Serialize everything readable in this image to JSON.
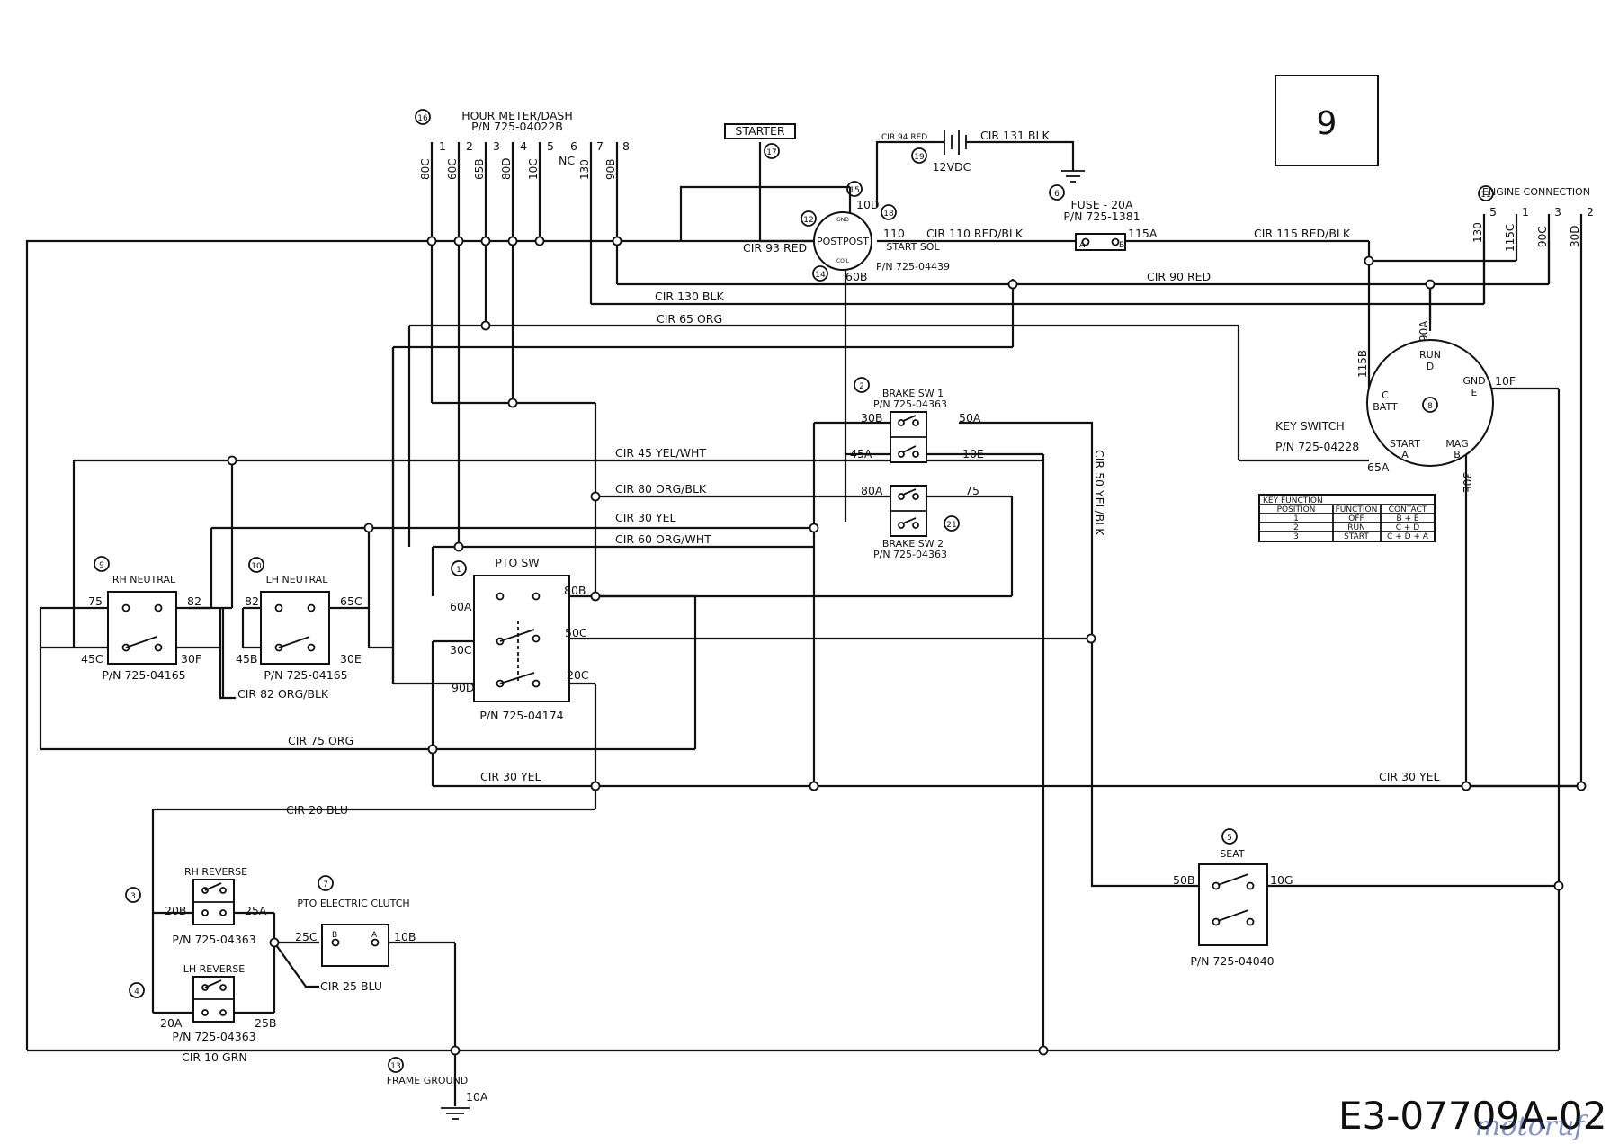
{
  "page_box": "9",
  "drawing_number": "E3-07709A-02",
  "watermark": "motoruf",
  "components": {
    "hour_meter": {
      "num": "16",
      "title": "HOUR METER/DASH",
      "pn": "P/N 725-04022B",
      "pins": [
        "1",
        "2",
        "3",
        "4",
        "5",
        "6",
        "7",
        "8"
      ],
      "nc": "NC"
    },
    "starter": {
      "label": "STARTER",
      "num": "17"
    },
    "battery": {
      "num": "19",
      "label": "12VDC"
    },
    "solenoid": {
      "title": "START SOL",
      "pn": "P/N 725-04439",
      "center": "POSTPOST",
      "gnd": "GND",
      "coil": "COIL",
      "nums": [
        "15",
        "12",
        "14",
        "18"
      ]
    },
    "fuse": {
      "num": "6",
      "title": "FUSE - 20A",
      "pn": "P/N 725-1381",
      "pin_a": "A",
      "pin_b": "B"
    },
    "engine": {
      "num": "11",
      "title": "ENGINE CONNECTION",
      "pins": [
        "5",
        "1",
        "3",
        "2"
      ]
    },
    "key_switch": {
      "num": "8",
      "title": "KEY SWITCH",
      "pn": "P/N 725-04228",
      "run": "RUN",
      "d": "D",
      "c": "C",
      "batt": "BATT",
      "gnd": "GND",
      "e": "E",
      "start": "START",
      "a": "A",
      "mag": "MAG",
      "b": "B"
    },
    "brake_sw1": {
      "num": "2",
      "title": "BRAKE SW 1",
      "pn": "P/N 725-04363"
    },
    "brake_sw2": {
      "num": "21",
      "title": "BRAKE SW 2",
      "pn": "P/N 725-04363"
    },
    "pto_sw": {
      "num": "1",
      "title": "PTO SW",
      "pn": "P/N 725-04174"
    },
    "rh_neutral": {
      "num": "9",
      "title": "RH NEUTRAL",
      "pn": "P/N 725-04165"
    },
    "lh_neutral": {
      "num": "10",
      "title": "LH NEUTRAL",
      "pn": "P/N 725-04165"
    },
    "seat": {
      "num": "5",
      "title": "SEAT",
      "pn": "P/N 725-04040"
    },
    "rh_reverse": {
      "num": "3",
      "title": "RH REVERSE",
      "pn": "P/N 725-04363"
    },
    "lh_reverse": {
      "num": "4",
      "title": "LH REVERSE",
      "pn": "P/N 725-04363"
    },
    "pto_clutch": {
      "num": "7",
      "title": "PTO ELECTRIC CLUTCH"
    },
    "frame_ground": {
      "num": "13",
      "title": "FRAME GROUND",
      "wire": "10A"
    }
  },
  "key_function_table": {
    "title": "KEY FUNCTION",
    "headers": [
      "POSITION",
      "FUNCTION",
      "CONTACT"
    ],
    "rows": [
      [
        "1",
        "OFF",
        "B + E"
      ],
      [
        "2",
        "RUN",
        "C + D"
      ],
      [
        "3",
        "START",
        "C + D + A"
      ]
    ]
  },
  "circuits": [
    "CIR 93 RED",
    "CIR 94 RED",
    "CIR 131 BLK",
    "CIR 110 RED/BLK",
    "CIR 115 RED/BLK",
    "CIR 90 RED",
    "CIR 130 BLK",
    "CIR 65 ORG",
    "CIR 45 YEL/WHT",
    "CIR 80 ORG/BLK",
    "CIR 30 YEL",
    "CIR 60 ORG/WHT",
    "CIR 50 YEL/BLK",
    "CIR 82 ORG/BLK",
    "CIR 75 ORG",
    "CIR 20 BLU",
    "CIR 25 BLU",
    "CIR 10 GRN"
  ],
  "wire_labels": [
    "80C",
    "60C",
    "65B",
    "80D",
    "10C",
    "130",
    "90B",
    "10D",
    "60B",
    "110",
    "115A",
    "130",
    "115C",
    "90C",
    "30D",
    "90A",
    "115B",
    "10F",
    "65A",
    "30E",
    "30B",
    "50A",
    "45A",
    "10E",
    "80A",
    "75",
    "60A",
    "80B",
    "30C",
    "50C",
    "90D",
    "20C",
    "75",
    "82",
    "82",
    "65C",
    "45C",
    "30F",
    "45B",
    "30E",
    "20B",
    "25A",
    "25C",
    "10B",
    "20A",
    "25B",
    "50B",
    "10G"
  ]
}
